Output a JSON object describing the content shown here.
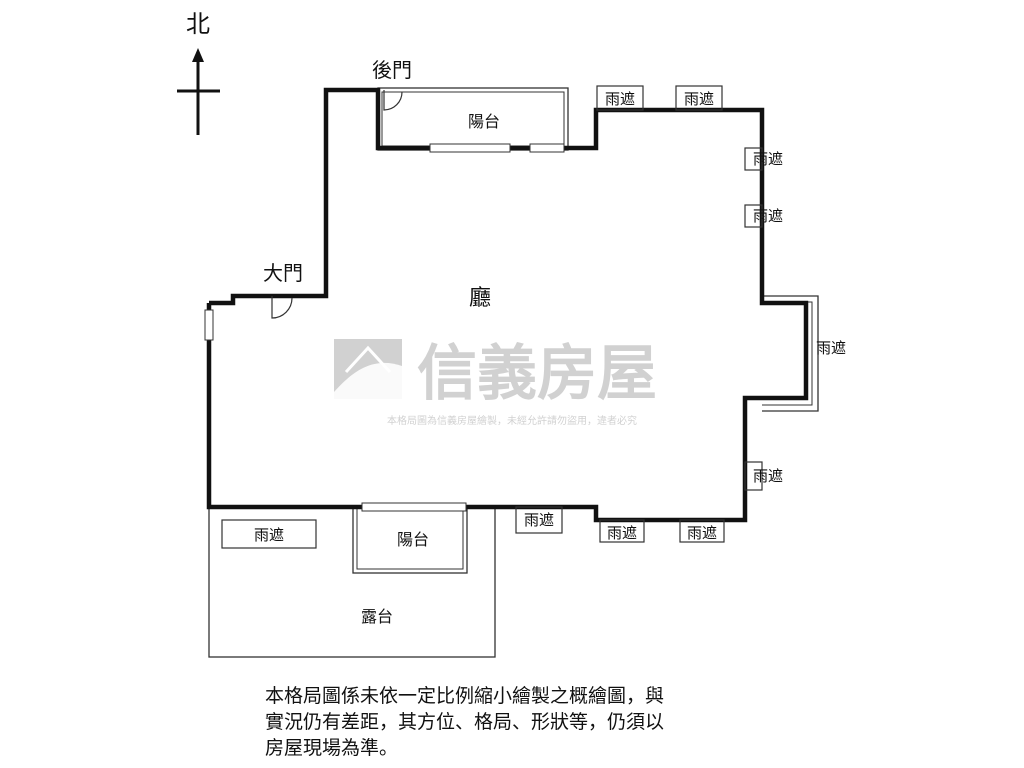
{
  "compass": {
    "north_label": "北"
  },
  "rooms": {
    "living": "廳",
    "balcony_north": "陽台",
    "balcony_south": "陽台",
    "terrace": "露台"
  },
  "doors": {
    "main": "大門",
    "back": "後門"
  },
  "canopy_label": "雨遮",
  "watermark": {
    "brand": "信義房屋",
    "notice": "本格局圖為信義房屋繪製，未經允許請勿盜用，違者必究"
  },
  "disclaimer": {
    "line1": "本格局圖係未依一定比例縮小繪製之概繪圖，與",
    "line2": "實況仍有差距，其方位、格局、形狀等，仍須以",
    "line3": "房屋現場為準。"
  }
}
